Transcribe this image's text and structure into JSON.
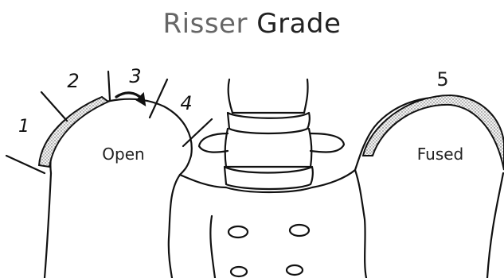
{
  "title": {
    "part1": "Risser",
    "part2": "Grade"
  },
  "labels": {
    "open": "Open",
    "fused": "Fused"
  },
  "grades": {
    "g1": "1",
    "g2": "2",
    "g3": "3",
    "g4": "4",
    "g5": "5"
  },
  "icons": {
    "arrow": "curved-arrow-icon"
  }
}
